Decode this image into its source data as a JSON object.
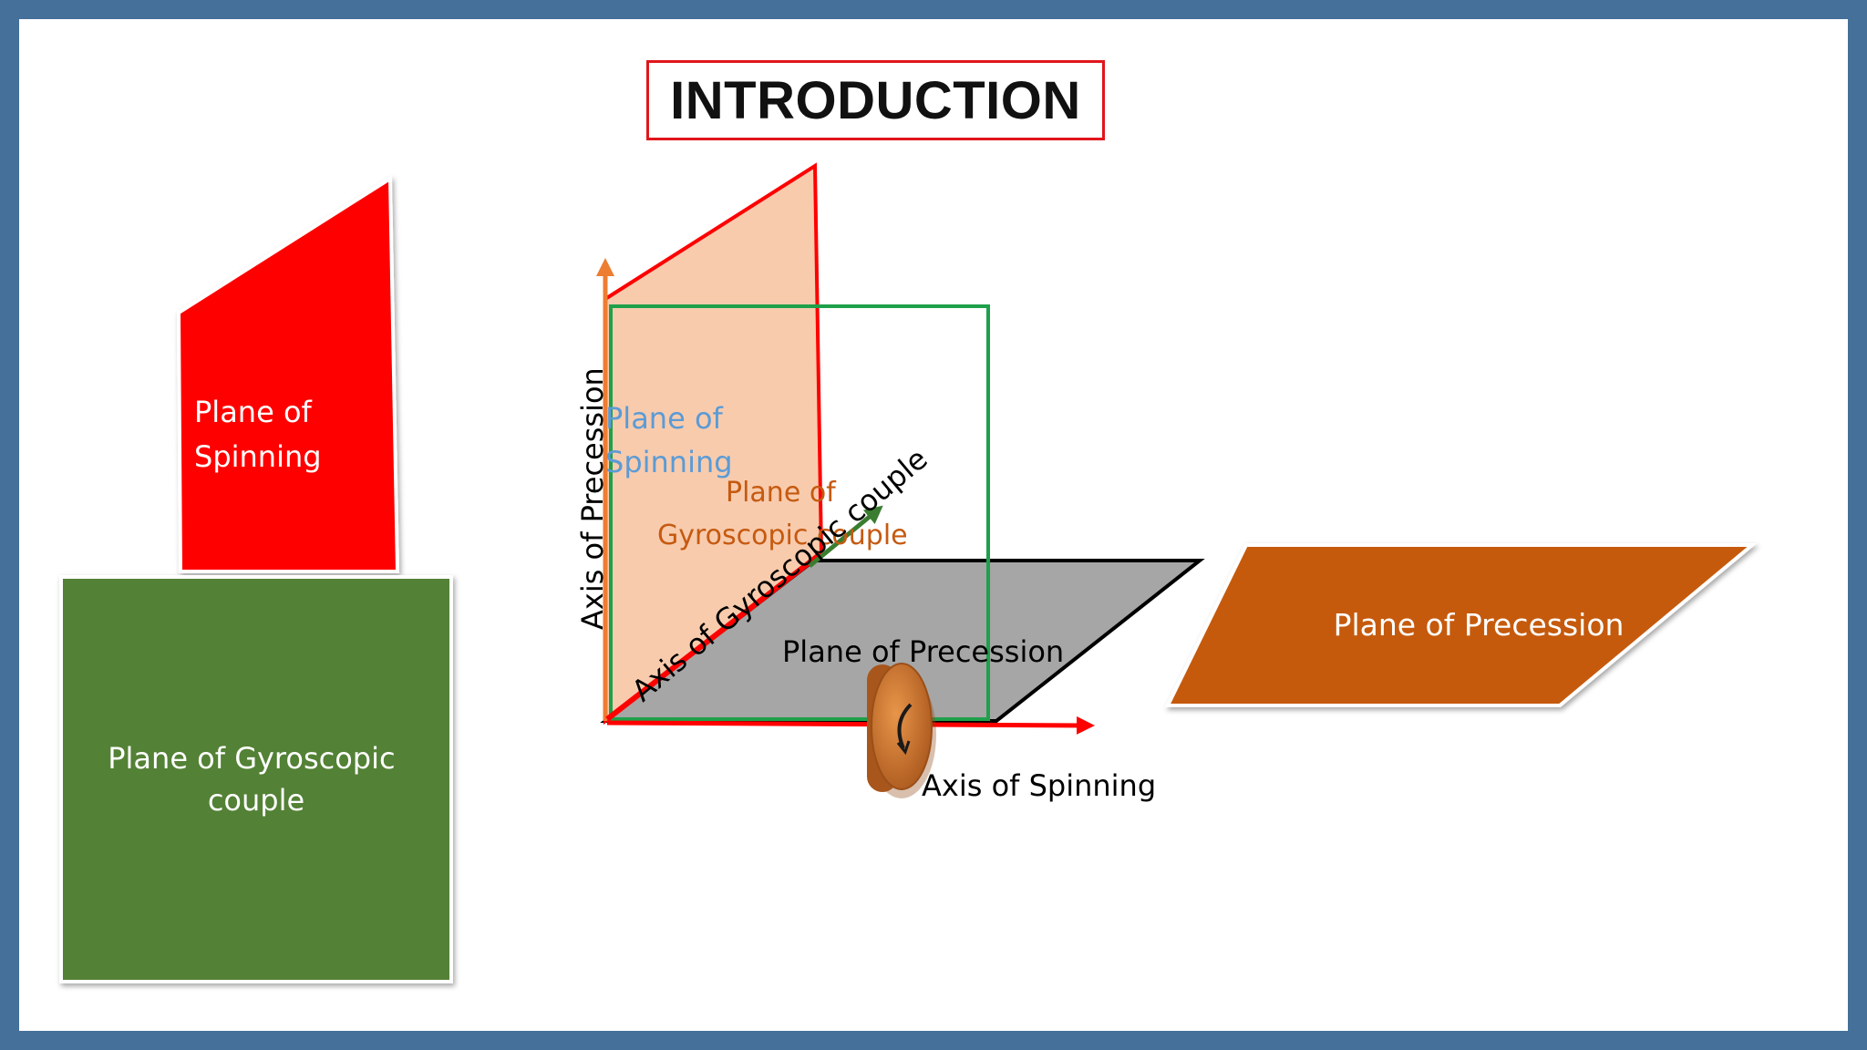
{
  "title": "INTRODUCTION",
  "left_shapes": {
    "spinning_plane_label": "Plane of\nSpinning",
    "gyroscopic_plane_label": "Plane of  Gyroscopic\ncouple"
  },
  "right_shapes": {
    "precession_plane_label": "Plane of Precession"
  },
  "center_diagram": {
    "plane_of_spinning_label": "Plane of\nSpinning",
    "plane_of_gyroscopic_couple_label": "Plane of\nGyroscopic couple",
    "plane_of_precession_label": "Plane of Precession",
    "axis_of_precession_label": "Axis of Precession",
    "axis_of_gyroscopic_couple_label": "Axis of Gyroscopic couple",
    "axis_of_spinning_label": "Axis of Spinning"
  },
  "colors": {
    "frame": "#44709a",
    "red": "#ff0000",
    "red_outline": "#e0161b",
    "green_fill": "#538135",
    "green_outline": "#1fa04a",
    "orange_fill": "#c55a11",
    "peach_fill": "#f8cbad",
    "grey_fill": "#a6a6a6",
    "orange_axis": "#ed7d31",
    "blue_text": "#5b9bd5",
    "orange_text": "#c55a11",
    "green_arrow": "#3a7d30",
    "wheel": "#c8732c"
  }
}
